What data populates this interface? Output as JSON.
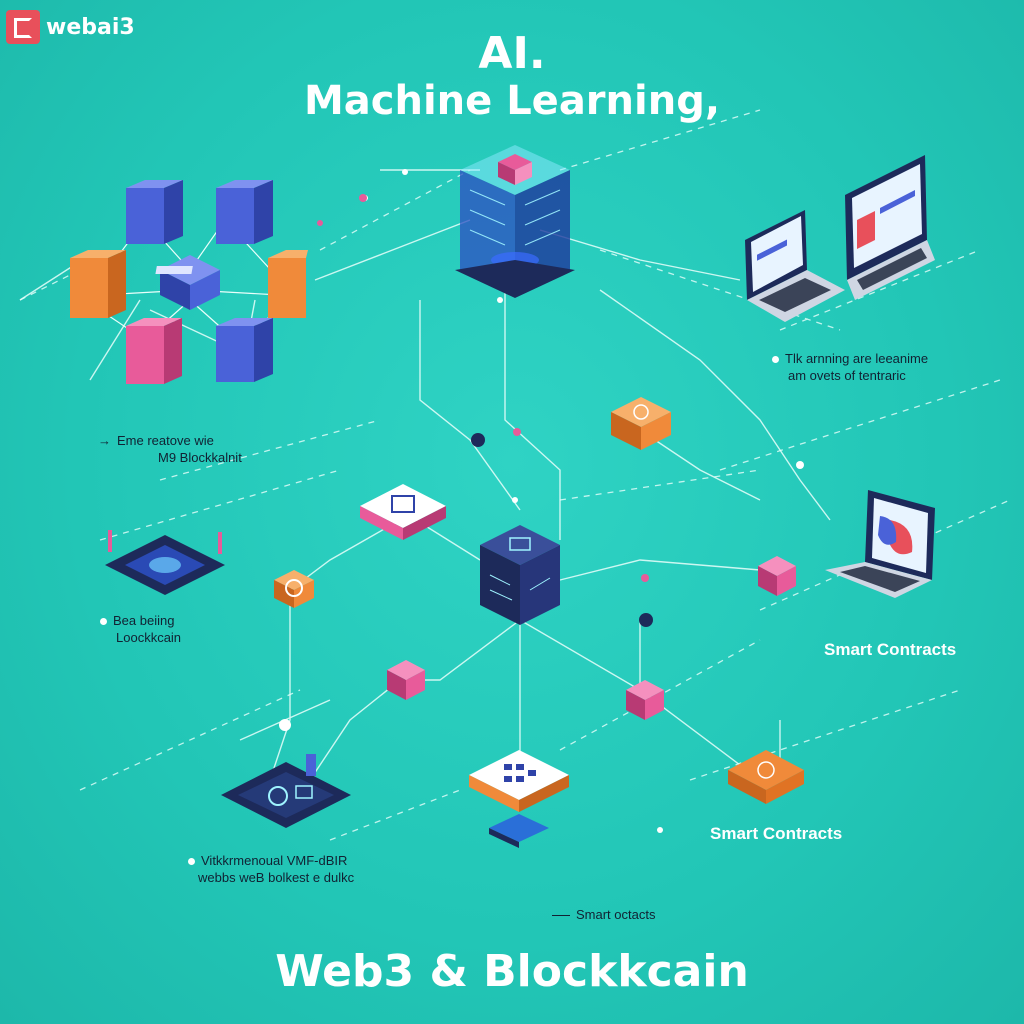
{
  "brand": {
    "logo_text": "webai3"
  },
  "title": {
    "line1": "AI.",
    "line2": "Machine Learning,"
  },
  "footer_title": "Web3 & Blockkcain",
  "labels": {
    "top_right": [
      "Tlk arnning are leeanime",
      "am ovets of tentraric"
    ],
    "left_mid": [
      "Eme reatove wie",
      "M9 Blockkalnit"
    ],
    "left_lower": [
      "Bea beiing",
      "Loockkcain"
    ],
    "bottom_left": [
      "Vitkkrmenoual VMF-dBIR",
      "webbs weB bolkest e dulkc"
    ],
    "smart_contracts_right": "Smart Contracts",
    "smart_contracts_lower": "Smart Contracts",
    "smart_octacts": "Smart octacts"
  },
  "icons": [
    "cube-network-icon",
    "ai-core-cube-icon",
    "laptop-icon",
    "blockchain-cube-icon",
    "chip-icon",
    "contract-card-icon",
    "node-icon"
  ],
  "colors": {
    "background": "#22c6b6",
    "blue": "#4a62d8",
    "orange": "#f08a3a",
    "pink": "#e85b9a",
    "navy": "#1d2a5a",
    "white": "#ffffff"
  }
}
